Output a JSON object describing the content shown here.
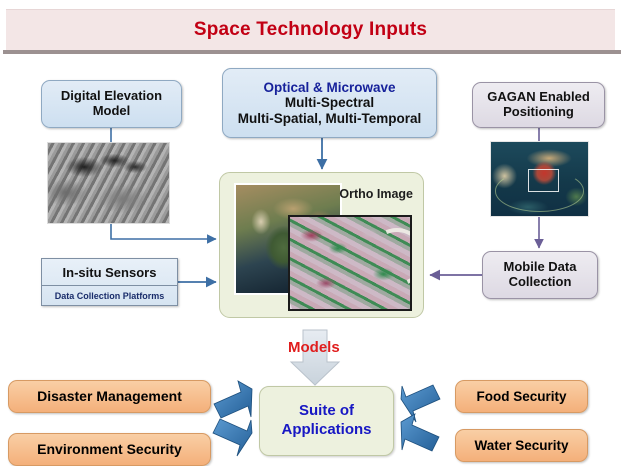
{
  "title": {
    "text": "Space Technology Inputs",
    "color": "#c20014",
    "bar_color": "#f3e6e6"
  },
  "inputs": {
    "dem": {
      "label": "Digital Elevation\nModel",
      "line1": "Digital Elevation",
      "line2": "Model",
      "image_name": "digital-elevation-model-hillshade"
    },
    "optical": {
      "line1": "Optical & Microwave",
      "line2": "Multi-Spectral",
      "line3": "Multi-Spatial, Multi-Temporal",
      "line1_color": "#17229b"
    },
    "gagan": {
      "line1": "GAGAN Enabled",
      "line2": "Positioning",
      "image_name": "gagan-coverage-satellite-map"
    },
    "insitu": {
      "title": "In-situ Sensors",
      "subtitle": "Data Collection Platforms"
    },
    "mobile": {
      "line1": "Mobile Data",
      "line2": "Collection"
    }
  },
  "core": {
    "ortho_label": "Ortho Image",
    "india_image_name": "india-satellite-mosaic",
    "ortho_image_name": "ortho-rectified-satellite-image"
  },
  "models": {
    "label": "Models",
    "color": "#e01d1d"
  },
  "suite": {
    "line1": "Suite of",
    "line2": "Applications",
    "color": "#1717c4"
  },
  "applications": [
    {
      "label": "Disaster Management",
      "position": "top-left"
    },
    {
      "label": "Environment  Security",
      "position": "bottom-left"
    },
    {
      "label": "Food Security",
      "position": "top-right"
    },
    {
      "label": "Water Security",
      "position": "bottom-right"
    }
  ],
  "colors": {
    "accent_red": "#c20014",
    "blue_box": "#cddff0",
    "lavender_box": "#ddd9e3",
    "green_box": "#edf1de",
    "orange_box": "#f4b07a",
    "arrow_blue": "#2f6fad",
    "arrow_purple": "#6b5f97",
    "block_arrow_blue": "#2e6da8"
  }
}
